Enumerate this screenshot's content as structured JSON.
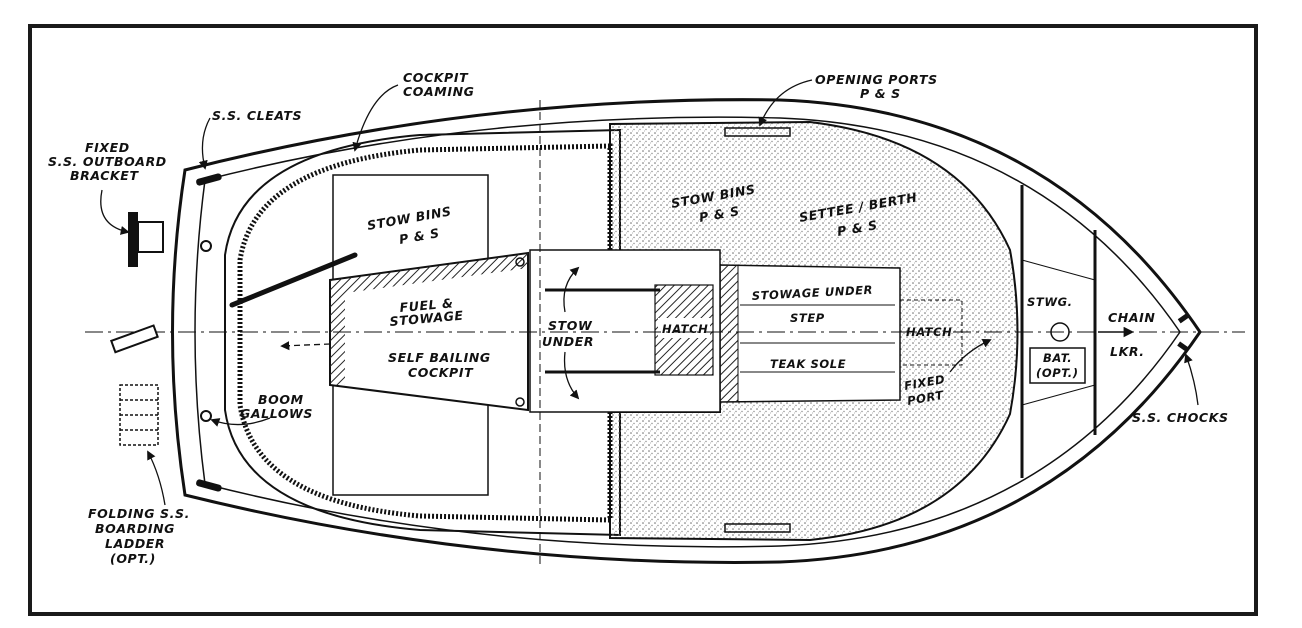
{
  "colors": {
    "ink": "#111111",
    "paper": "#ffffff",
    "stipple": "#8a8a8a"
  },
  "labels": {
    "cockpit_coaming": [
      "COCKPIT",
      "COAMING"
    ],
    "ss_cleats": "S.S. CLEATS",
    "fixed_outboard_bracket": [
      "FIXED",
      "S.S. OUTBOARD",
      "BRACKET"
    ],
    "stow_bins_aft": [
      "STOW BINS",
      "P & S"
    ],
    "fuel_stowage": [
      "FUEL &",
      "STOWAGE"
    ],
    "self_bailing_cockpit": [
      "SELF BAILING",
      "COCKPIT"
    ],
    "stow_under": [
      "STOW",
      "UNDER"
    ],
    "hatch_aft": "HATCH",
    "stowage_under_step": [
      "STOWAGE UNDER",
      "STEP"
    ],
    "teak_sole": "TEAK SOLE",
    "hatch_fwd": "HATCH",
    "stow_bins_fwd": [
      "STOW BINS",
      "P & S"
    ],
    "settee_berth": [
      "SETTEE / BERTH",
      "P & S"
    ],
    "opening_ports": [
      "OPENING PORTS",
      "P & S"
    ],
    "stwg": "STWG.",
    "bat": [
      "BAT.",
      "(OPT.)"
    ],
    "chain_lkr": [
      "CHAIN",
      "LKR."
    ],
    "ss_chocks": "S.S. CHOCKS",
    "fixed_port": [
      "FIXED",
      "PORT"
    ],
    "boom_gallows": [
      "BOOM",
      "GALLOWS"
    ],
    "boarding_ladder": [
      "FOLDING S.S.",
      "BOARDING",
      "LADDER",
      "(OPT.)"
    ]
  }
}
